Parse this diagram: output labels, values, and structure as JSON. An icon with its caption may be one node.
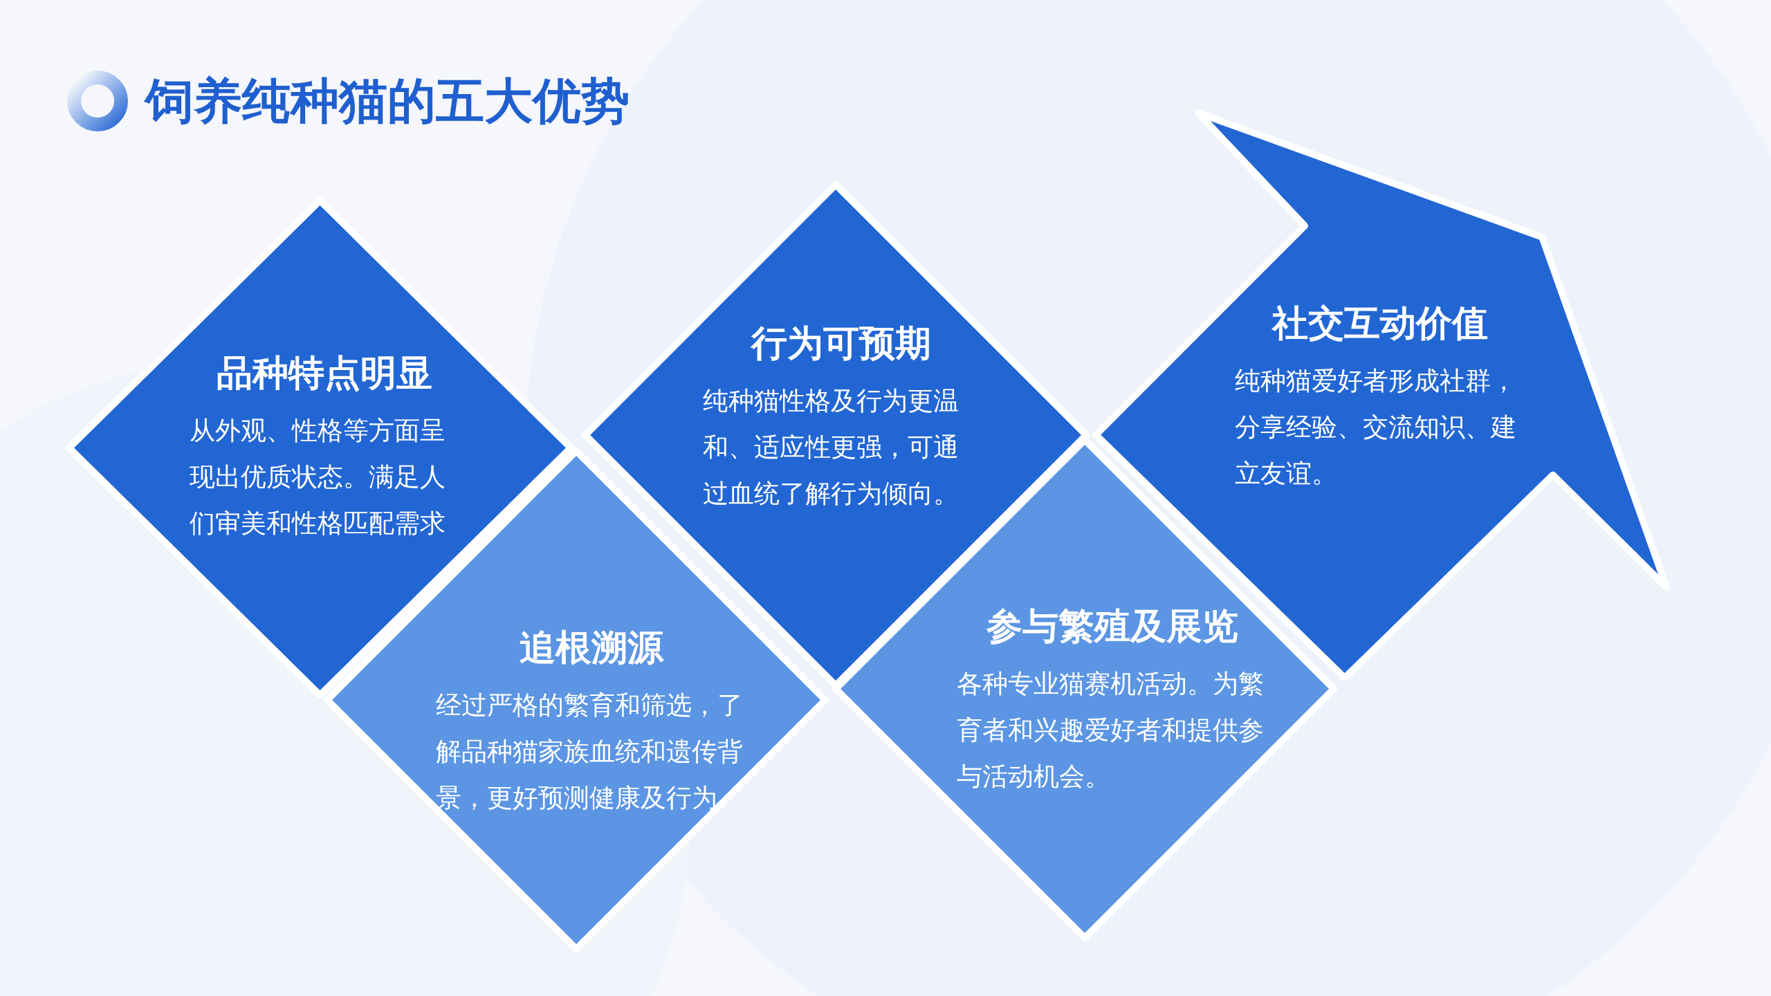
{
  "diagram": {
    "title": "饲养纯种猫的五大优势",
    "nodes": [
      {
        "text": [
          "品种特点明显",
          "从外观、性格等方面呈现出优质状态。满足人们审美和性格匹配需求"
        ]
      },
      {
        "text": [
          "行为可预期",
          "纯种猫性格及行为更温和、适应性更强，可通过血统了解行为倾向。"
        ]
      },
      {
        "text": [
          "社交互动价值",
          "纯种猫爱好者形成社群，分享经验、交流知识、建立友谊。"
        ]
      },
      {
        "text": [
          "追根溯源",
          "经过严格的繁育和筛选，了解品种猫家族血统和遗传背景，更好预测健康及行为"
        ]
      },
      {
        "text": [
          "参与繁殖及展览",
          "各种专业猫赛机活动。为繁育者和兴趣爱好者和提供参与活动机会。"
        ]
      }
    ]
  }
}
